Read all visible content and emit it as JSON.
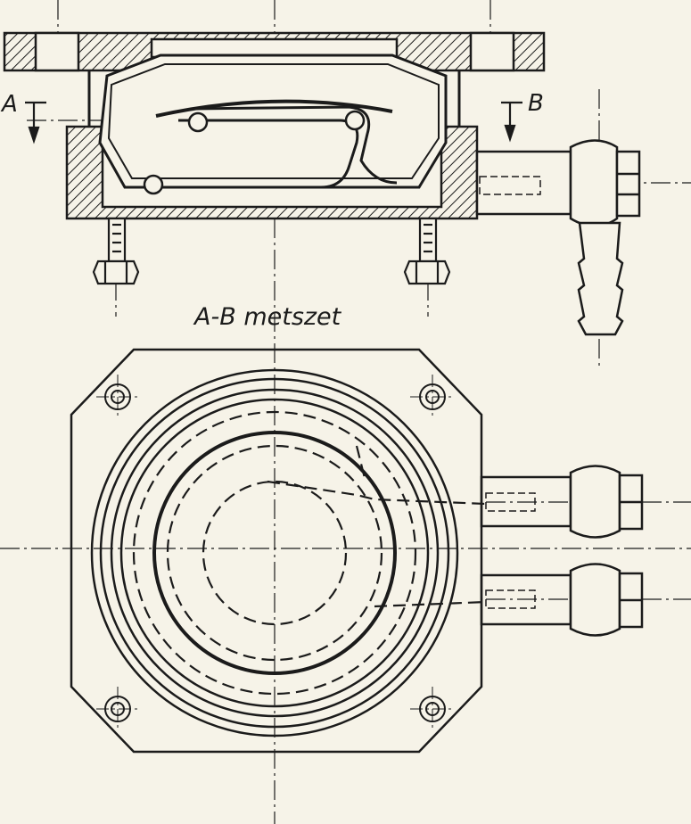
{
  "labels": {
    "section_a": "A",
    "section_b": "B",
    "caption": "A-B metszet"
  },
  "colors": {
    "paper": "#f6f3e8",
    "ink": "#1b1b1b"
  }
}
